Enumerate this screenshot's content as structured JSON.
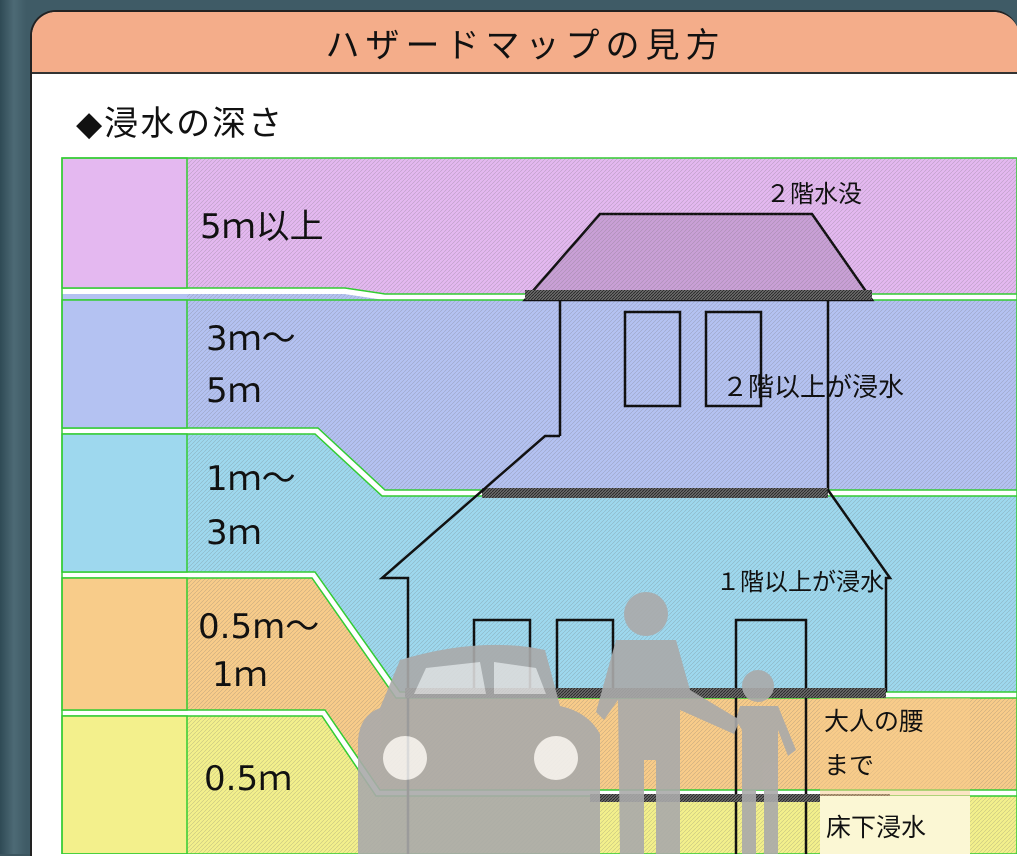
{
  "header": {
    "title": "ハザードマップの見方"
  },
  "section": {
    "subtitle": "◆浸水の深さ"
  },
  "legend": [
    {
      "lines": [
        "5ｍ以上"
      ],
      "color": "#e4b8f0"
    },
    {
      "lines": [
        "3ｍ～",
        "5ｍ"
      ],
      "color": "#b4c2f2"
    },
    {
      "lines": [
        "1ｍ～",
        "3ｍ"
      ],
      "color": "#9ed8ee"
    },
    {
      "lines": [
        "0.5m～",
        "1ｍ"
      ],
      "color": "#f8cc8a"
    },
    {
      "lines": [
        "0.5ｍ"
      ],
      "color": "#f3f08c"
    }
  ],
  "annotations": {
    "second_floor_submerged": "２階水没",
    "above_second_floor": "２階以上が浸水",
    "above_first_floor": "１階以上が浸水",
    "adult_waist_line1": "大人の腰",
    "adult_waist_line2": "まで",
    "below_floor": "床下浸水"
  },
  "colors": {
    "header": "#f4ad8a",
    "border": "#33cc33",
    "figure": "#aaaaaa"
  }
}
